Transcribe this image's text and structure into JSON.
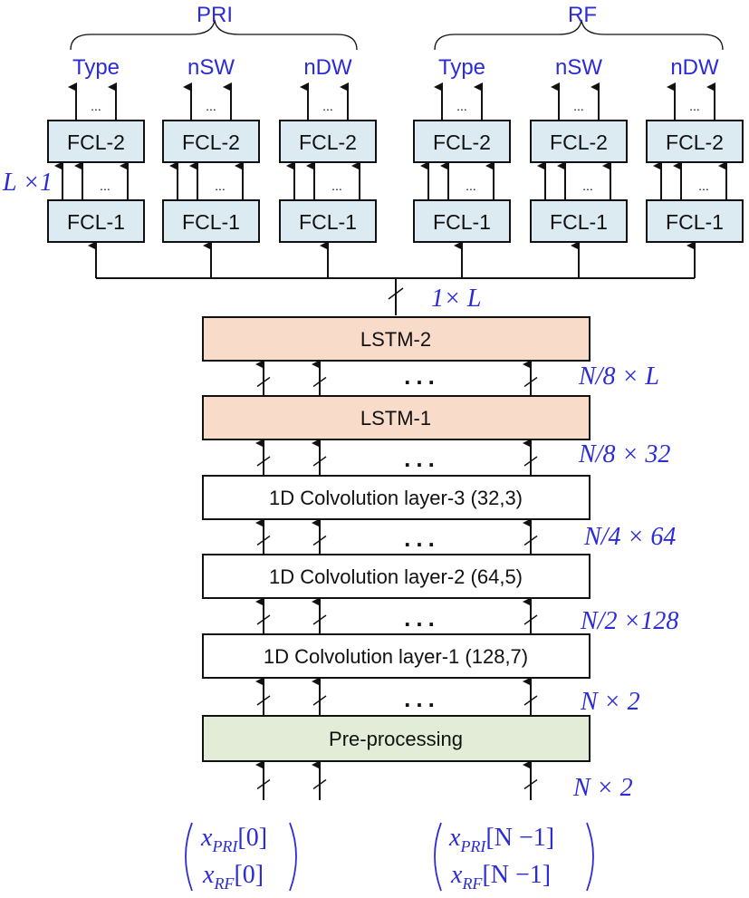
{
  "groups": {
    "left": {
      "title": "PRI",
      "outputs": [
        "Type",
        "nSW",
        "nDW"
      ]
    },
    "right": {
      "title": "RF",
      "outputs": [
        "Type",
        "nSW",
        "nDW"
      ]
    }
  },
  "fcl_layers": {
    "top": "FCL-2",
    "bottom": "FCL-1",
    "inner_dots": "..."
  },
  "dims": {
    "fcl_input": "L ×1",
    "lstm_out": "1× L",
    "lstm1_out": "N/8 × L",
    "conv3_out": "N/8 × 32",
    "conv2_out": "N/4 × 64",
    "conv1_out": "N/2 ×128",
    "pre_out": "N × 2",
    "input": "N × 2"
  },
  "blocks": {
    "lstm2": "LSTM-2",
    "lstm1": "LSTM-1",
    "conv3": "1D Colvolution layer-3 (32,3)",
    "conv2": "1D Colvolution layer-2 (64,5)",
    "conv1": "1D Colvolution layer-1 (128,7)",
    "pre": "Pre-processing"
  },
  "stack_dots": "...",
  "inputs": {
    "first": {
      "top_var": "x",
      "top_sub": "PRI",
      "top_idx": "[0]",
      "bottom_var": "x",
      "bottom_sub": "RF",
      "bottom_idx": "[0]"
    },
    "last": {
      "top_var": "x",
      "top_sub": "PRI",
      "top_idx": "[N −1]",
      "bottom_var": "x",
      "bottom_sub": "RF",
      "bottom_idx": "[N −1]"
    }
  },
  "colors": {
    "fcl_fill": "#dcebf1",
    "lstm_fill": "#f8dcc9",
    "pre_fill": "#e3ecd6",
    "conv_fill": "#ffffff",
    "label_blue": "#2b2bd9",
    "line": "#111111"
  }
}
